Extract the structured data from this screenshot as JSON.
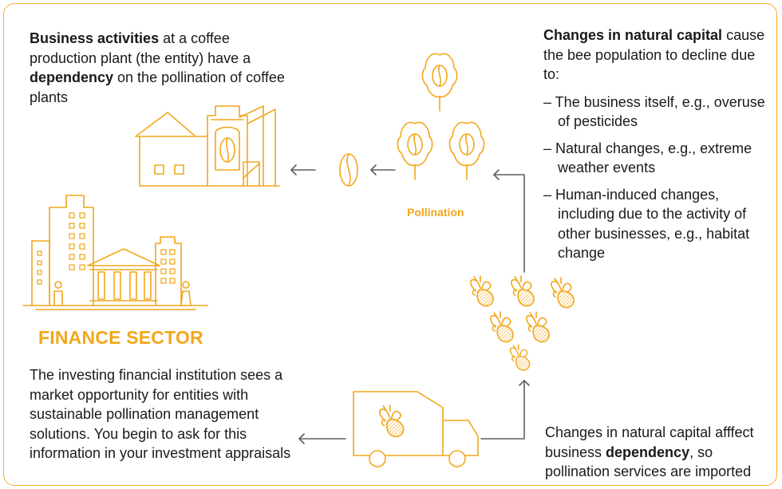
{
  "top_left": {
    "bold1": "Business activities",
    "text1": " at a coffee production plant (the entity) have a ",
    "bold2": "dependency",
    "text2": " on the pollination of coffee plants"
  },
  "top_right": {
    "heading": "Changes in natural capital",
    "intro": " cause the bee population to decline due to:",
    "bullets": [
      "– The business itself, e.g., overuse of pesticides",
      "– Natural changes, e.g., extreme weather events",
      "– Human-induced changes, including due to the activity of other businesses, e.g., habitat change"
    ]
  },
  "pollination_label": "Pollination",
  "finance_label": "FINANCE SECTOR",
  "bottom_left": {
    "text": "The investing financial institution sees a market opportunity for entities with sustainable pollination management solutions. You begin to ask for this information in your investment appraisals"
  },
  "bottom_right": {
    "text1": "Changes in natural capital afffect business ",
    "bold": "dependency",
    "text2": ", so pollination services are imported"
  },
  "colors": {
    "accent": "#f2a71b",
    "border": "#f2b12a",
    "text": "#1a1a1a",
    "arrow": "#5a5f66"
  },
  "icons": [
    "factory-icon",
    "coffee-bean-icon",
    "coffee-tree-icon",
    "bee-icon",
    "delivery-truck-icon",
    "city-bank-icon"
  ]
}
